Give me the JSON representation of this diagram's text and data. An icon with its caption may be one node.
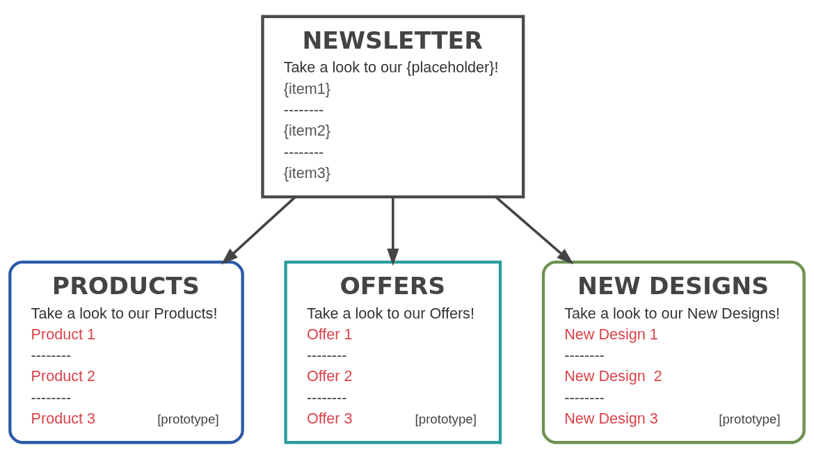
{
  "diagram": {
    "nodes": [
      {
        "text": [
          "NEWSLETTER",
          "Take a look to our {placeholder}!",
          "{item1}",
          "--------",
          "{item2}",
          "--------",
          "{item3}"
        ]
      },
      {
        "text": [
          "PRODUCTS",
          "Take a look to our Products!",
          "Product 1",
          "--------",
          "Product 2",
          "--------",
          "Product 3",
          "[prototype]"
        ]
      },
      {
        "text": [
          "OFFERS",
          "Take a look to our Offers!",
          "Offer 1",
          "--------",
          "Offer 2",
          "--------",
          "Offer 3",
          "[prototype]"
        ]
      },
      {
        "text": [
          "NEW DESIGNS",
          "Take a look to our New Designs!",
          "New Design 1",
          "--------",
          "New Design  2",
          "--------",
          "New Design 3",
          "[prototype]"
        ]
      }
    ],
    "edges": [
      {
        "from": 0,
        "to": 1,
        "arrow": "to"
      },
      {
        "from": 0,
        "to": 2,
        "arrow": "to"
      },
      {
        "from": 0,
        "to": 3,
        "arrow": "to"
      }
    ]
  }
}
